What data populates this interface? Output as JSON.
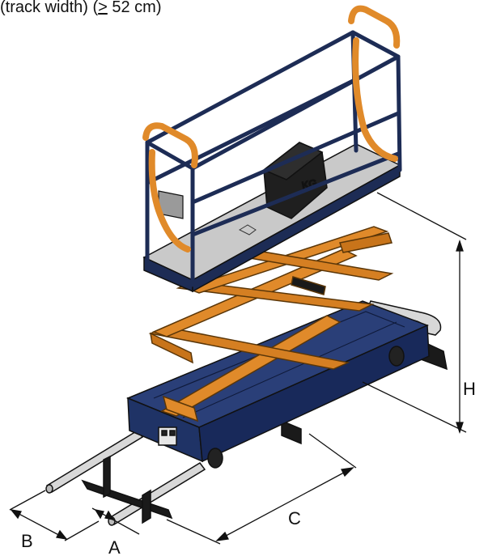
{
  "caption": {
    "prefix": "(track width) (",
    "symbol": ">",
    "suffix": " 52 cm)"
  },
  "dimensions": {
    "H": "H",
    "C": "C",
    "B": "B",
    "A": "A"
  },
  "platform_badge": "KG",
  "colors": {
    "frame": "#1d2c55",
    "base": "#1f3366",
    "scissor": "#e08a2a",
    "scissor_dark": "#a85e12",
    "deck": "#c9c9c9",
    "rail": "#d8d8d8",
    "outline": "#111111"
  }
}
